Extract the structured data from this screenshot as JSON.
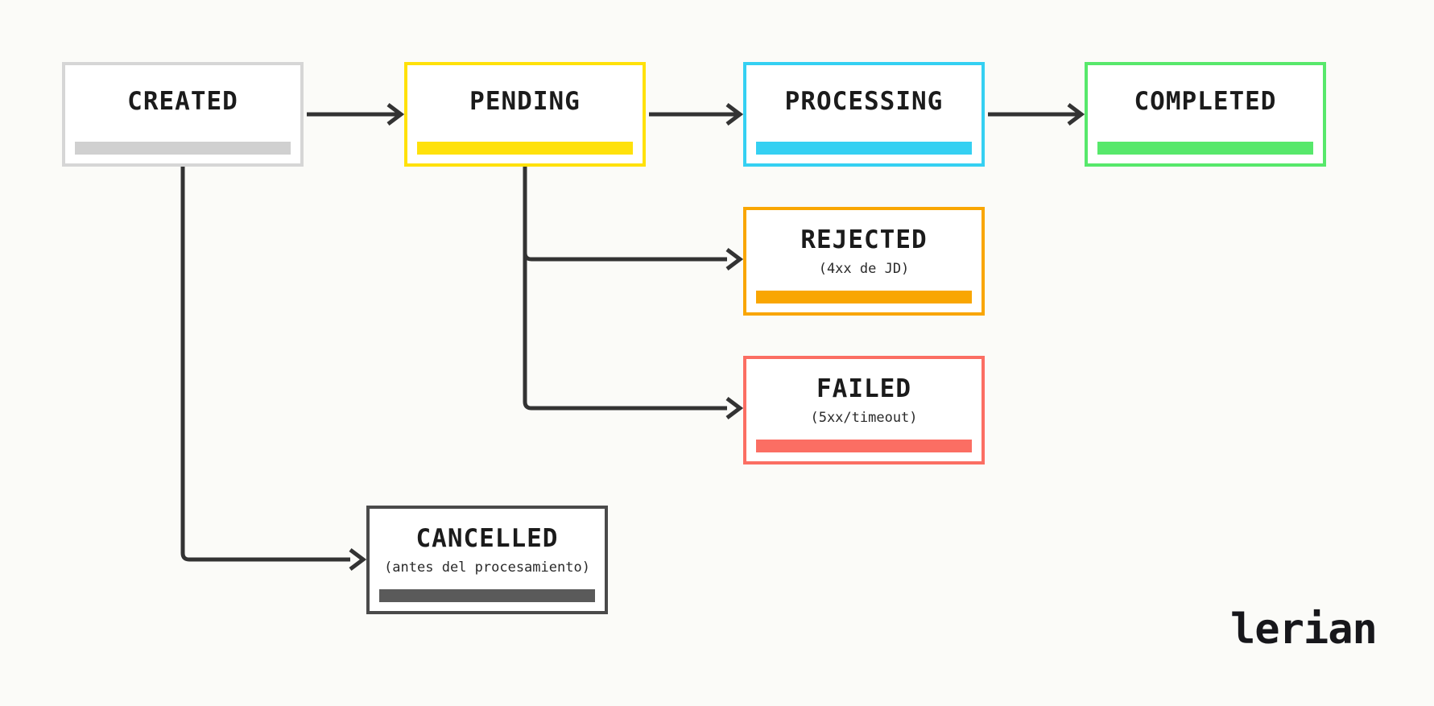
{
  "diagram": {
    "arrow_color": "#333333",
    "text_color": "#1b1b1b",
    "background_color": "#fbfbf8",
    "states": [
      {
        "id": "created",
        "label": "CREATED",
        "subtitle": "",
        "border_color": "#d6d6d6",
        "bar_color": "#d0d0d0"
      },
      {
        "id": "pending",
        "label": "PENDING",
        "subtitle": "",
        "border_color": "#ffe10a",
        "bar_color": "#ffe10a"
      },
      {
        "id": "processing",
        "label": "PROCESSING",
        "subtitle": "",
        "border_color": "#35d0f2",
        "bar_color": "#35d0f2"
      },
      {
        "id": "completed",
        "label": "COMPLETED",
        "subtitle": "",
        "border_color": "#57e86b",
        "bar_color": "#57e86b"
      },
      {
        "id": "rejected",
        "label": "REJECTED",
        "subtitle": "(4xx de JD)",
        "border_color": "#f9a602",
        "bar_color": "#f9a602"
      },
      {
        "id": "failed",
        "label": "FAILED",
        "subtitle": "(5xx/timeout)",
        "border_color": "#fb6e63",
        "bar_color": "#fb6e63"
      },
      {
        "id": "cancelled",
        "label": "CANCELLED",
        "subtitle": "(antes del procesamiento)",
        "border_color": "#4a4a4a",
        "bar_color": "#5a5a5a"
      }
    ],
    "edges": [
      {
        "from": "CREATED",
        "to": "PENDING"
      },
      {
        "from": "PENDING",
        "to": "PROCESSING"
      },
      {
        "from": "PROCESSING",
        "to": "COMPLETED"
      },
      {
        "from": "PENDING",
        "to": "REJECTED"
      },
      {
        "from": "PENDING",
        "to": "FAILED"
      },
      {
        "from": "CREATED",
        "to": "CANCELLED"
      }
    ],
    "logo_text": "lerian"
  }
}
